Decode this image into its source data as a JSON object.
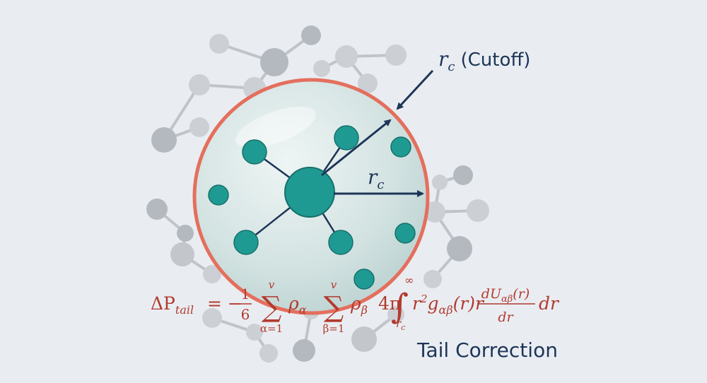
{
  "labels": {
    "cutoff_var": "r",
    "cutoff_sub": "c",
    "cutoff_text": "(Cutoff)",
    "radius_var": "r",
    "radius_sub": "c",
    "caption": "Tail Correction"
  },
  "equation": {
    "lhs_delta": "ΔP",
    "lhs_sub": "tail",
    "equals_minus": "= −",
    "frac_num": "1",
    "frac_den": "6",
    "sum1_top": "v",
    "sum1_bottom": "α=1",
    "rho_alpha": "ρ",
    "rho_alpha_sub": "α",
    "sum2_top": "v",
    "sum2_bottom": "β=1",
    "rho_beta": "ρ",
    "rho_beta_sub": "β",
    "four_pi": "4π",
    "int_top": "∞",
    "int_bottom": "r",
    "int_bottom_sub": "c",
    "integrand": "r",
    "integrand_sup": "2",
    "g_func": "g",
    "g_sub": "αβ",
    "g_arg": "(r)r",
    "deriv_num_d": "dU",
    "deriv_num_sub": "αβ",
    "deriv_num_arg": "(r)",
    "deriv_den": "dr",
    "dr": "dr"
  },
  "colors": {
    "background": "#e9edf2",
    "sphere_border": "#e46f5d",
    "sphere_fill": "#c9dedd",
    "particle_teal": "#1f9a92",
    "particle_gray": "#b4b9c0",
    "arrow": "#1d3557",
    "equation": "#b23a2e",
    "label": "#1d3557"
  }
}
